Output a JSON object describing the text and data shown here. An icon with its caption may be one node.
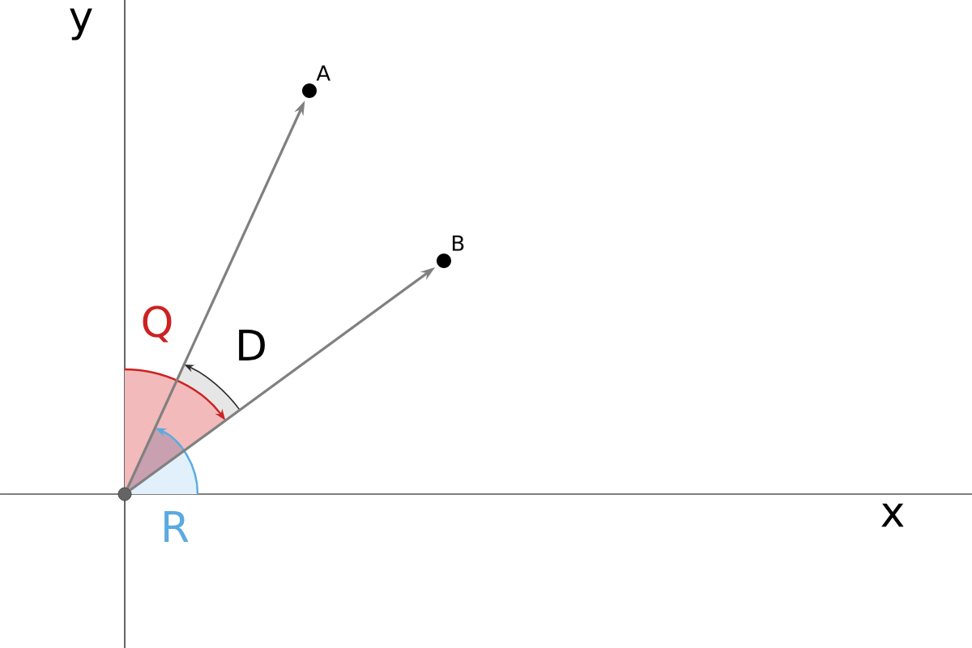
{
  "diagram": {
    "nodes": [
      {
        "text": [],
        "shape": "circle"
      },
      {
        "text": [],
        "shape": "circle",
        "beside": [
          "A"
        ]
      },
      {
        "text": [],
        "shape": "circle",
        "beside": [
          "B"
        ]
      }
    ],
    "edges": [
      {
        "from": 0,
        "to": 1,
        "arrow": "to"
      },
      {
        "from": 0,
        "to": 2,
        "arrow": "to"
      }
    ],
    "labels": [
      "y",
      "x",
      "Q",
      "D",
      "R"
    ]
  }
}
